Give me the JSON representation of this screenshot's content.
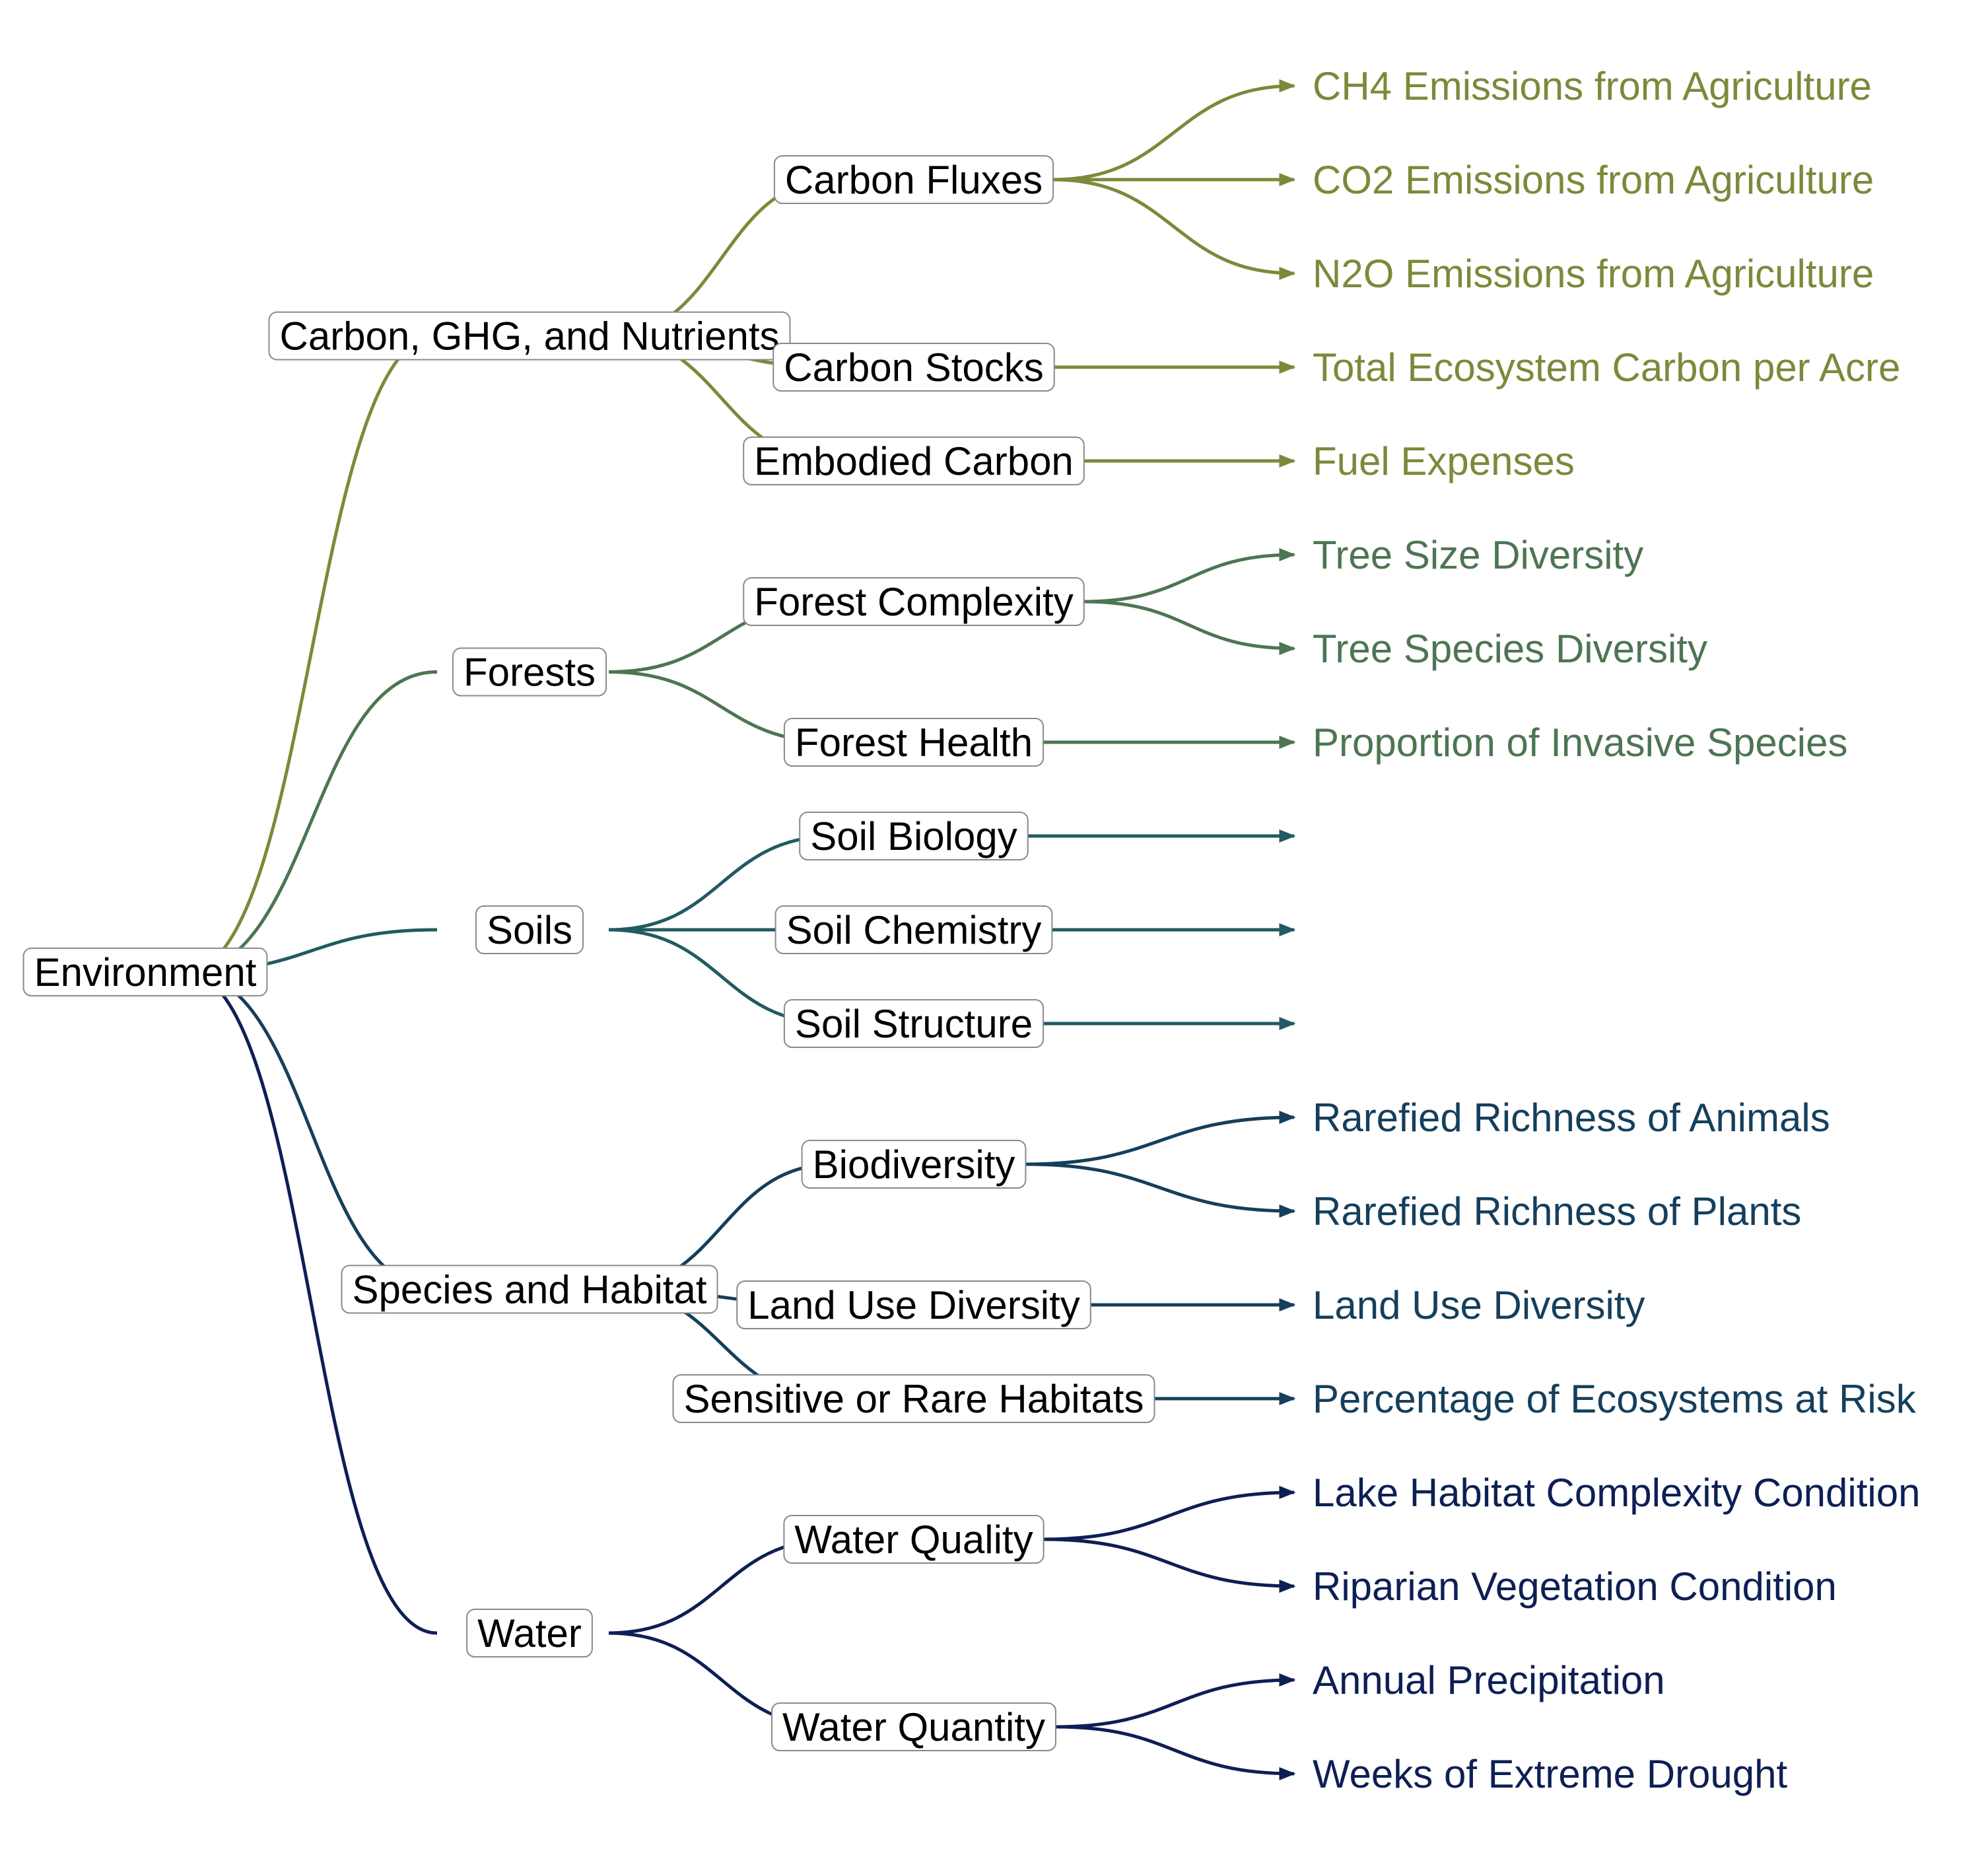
{
  "colors": {
    "carbon": "#7b8a3a",
    "forests": "#4d7552",
    "soils": "#215b62",
    "species": "#153f5c",
    "water": "#0d1f54",
    "node_border": "#8a8a8a",
    "node_text": "#000000"
  },
  "diagram": {
    "root": {
      "label": "Environment"
    },
    "categories": [
      {
        "label": "Carbon, GHG, and Nutrients",
        "color_key": "carbon",
        "subcategories": [
          {
            "label": "Carbon Fluxes",
            "indicators": [
              "CH4 Emissions from Agriculture",
              "CO2 Emissions from Agriculture",
              "N2O Emissions from Agriculture"
            ]
          },
          {
            "label": "Carbon Stocks",
            "indicators": [
              "Total Ecosystem Carbon per Acre"
            ]
          },
          {
            "label": "Embodied Carbon",
            "indicators": [
              "Fuel Expenses"
            ]
          }
        ]
      },
      {
        "label": "Forests",
        "color_key": "forests",
        "subcategories": [
          {
            "label": "Forest Complexity",
            "indicators": [
              "Tree Size Diversity",
              "Tree Species Diversity"
            ]
          },
          {
            "label": "Forest Health",
            "indicators": [
              "Proportion of Invasive Species"
            ]
          }
        ]
      },
      {
        "label": "Soils",
        "color_key": "soils",
        "subcategories": [
          {
            "label": "Soil Biology",
            "indicators": [
              ""
            ]
          },
          {
            "label": "Soil Chemistry",
            "indicators": [
              ""
            ]
          },
          {
            "label": "Soil Structure",
            "indicators": [
              ""
            ]
          }
        ]
      },
      {
        "label": "Species and Habitat",
        "color_key": "species",
        "subcategories": [
          {
            "label": "Biodiversity",
            "indicators": [
              "Rarefied Richness of Animals",
              "Rarefied Richness of Plants"
            ]
          },
          {
            "label": "Land Use Diversity",
            "indicators": [
              "Land Use Diversity"
            ]
          },
          {
            "label": "Sensitive or Rare Habitats",
            "indicators": [
              "Percentage of Ecosystems at Risk"
            ]
          }
        ]
      },
      {
        "label": "Water",
        "color_key": "water",
        "subcategories": [
          {
            "label": "Water Quality",
            "indicators": [
              "Lake Habitat Complexity Condition",
              "Riparian Vegetation Condition"
            ]
          },
          {
            "label": "Water Quantity",
            "indicators": [
              "Annual Precipitation",
              "Weeks of Extreme Drought"
            ]
          }
        ]
      }
    ]
  }
}
